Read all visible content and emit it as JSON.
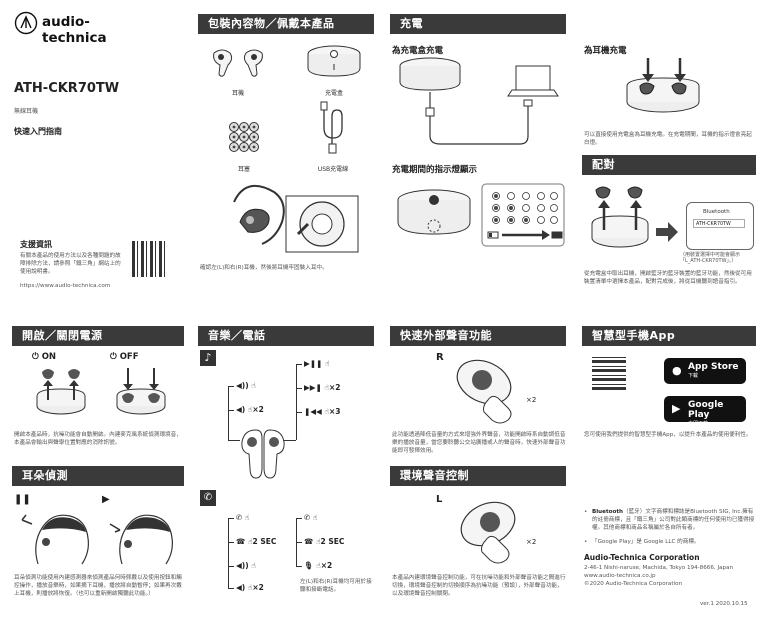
{
  "brand": {
    "name": "audio-technica"
  },
  "product": {
    "model": "ATH-CKR70TW",
    "type": "無線耳機",
    "guide": "快速入門指南"
  },
  "support": {
    "title": "支援資訊",
    "text": "有關本產品的使用方法以及各種問題的故障排除方法，請參照「鐵三角」網站上的使用說明書。",
    "url": "https://www.audio-technica.com"
  },
  "package": {
    "title": "包裝內容物／佩戴本產品",
    "items": [
      "耳機",
      "充電盒",
      "耳塞",
      "USB充電線"
    ],
    "wear_note": "確認左(L)和右(R)耳機，然後將耳機牢固裝入耳中。"
  },
  "charging": {
    "title": "充電",
    "case_title": "為充電盒充電",
    "ear_title": "為耳機充電",
    "ear_note": "可以直接使用充電盒為耳機充電。在充電期間，耳機的指示燈會亮起白燈。",
    "indicator_title": "充電期間的指示燈顯示"
  },
  "pairing": {
    "title": "配對",
    "phone_device": "Bluetooth",
    "phone_item": "ATH-CKR70TW",
    "phone_note": "（用裝置選擇中可能會顯示「L_ATH-CKR70TW」。）",
    "note": "從充電盒中取出耳機，開啟藍牙的藍牙裝置的藍牙功能，然後從可用裝置清單中選擇本產品，配對完成後，將從耳機聽到語音指引。"
  },
  "power": {
    "title": "開啟／關閉電源",
    "on": "ON",
    "off": "OFF",
    "note": "開啟本產品時，抗噪功能會自動開啟。內建麥克風系統偵測環境音，本產品會輸出與聲學位置對應的消除訊號。"
  },
  "ear_detect": {
    "title": "耳朵偵測",
    "note": "耳朵偵測功能使用內建感測器來偵測產品何時佩戴以及使用按鈕和觸控操作，播放音樂時，如果摘下耳機，播放將自動暫停；如果再次戴上耳機，則播放將恢復。（也可以重新開啟獨聽此功能。）"
  },
  "music": {
    "title": "音樂／電話",
    "vol_up": "",
    "vol_down": "×2",
    "play": "",
    "next": "×2",
    "prev": "×3",
    "call_answer": "",
    "call_reject": "2 SEC",
    "call_vol_up": "",
    "call_vol_down": "×2",
    "end_call": "",
    "mic_mute": "2 SEC",
    "mic_x2": "×2",
    "note": "左(L)和右(R)耳機均可用於接聽和掛斷電話。"
  },
  "quick": {
    "title": "快速外部聲音功能",
    "side": "R",
    "count": "×2",
    "note": "此功能透過降低音量的方式來增強外界聲音，功能開啟時系自動調低音樂的播放音量，當您要聆聽公交站廣播或人的聲音時，快速外部聲音功能即可發揮效用。"
  },
  "ambient": {
    "title": "環境聲音控制",
    "side": "L",
    "count": "×2",
    "note": "本產品內建環境聲音控制功能，可在抗噪功能和外部聲音功能之間進行切換，環境聲音控制的切換順序為抗噪功能（預設），外部聲音功能，以及環境聲音控制關閉。"
  },
  "app": {
    "title": "智慧型手機App",
    "appstore": "App Store",
    "appstore_sub": "下載",
    "googleplay": "Google Play",
    "googleplay_sub": "立即下載",
    "note": "您可使用我們提供的智慧型手機App，以提升本產品的使用便利性。"
  },
  "legal": {
    "b1_lead": "Bluetooth",
    "b1": "（藍牙）文字商標和標誌是Bluetooth SIG, Inc.擁有的註冊商標，且「鐵三角」公司對此類商標的任何使用均已獲得授權。其他商標和商品名稱屬於各自所有者。",
    "b2": "「Google Play」是 Google LLC 的商標。"
  },
  "company": {
    "name": "Audio-Technica Corporation",
    "address": "2-46-1 Nishi-naruse, Machida, Tokyo 194-8666, Japan",
    "web": "www.audio-technica.co.jp",
    "copy": "©2020  Audio-Technica Corporation",
    "version": "ver.1 2020.10.15"
  }
}
